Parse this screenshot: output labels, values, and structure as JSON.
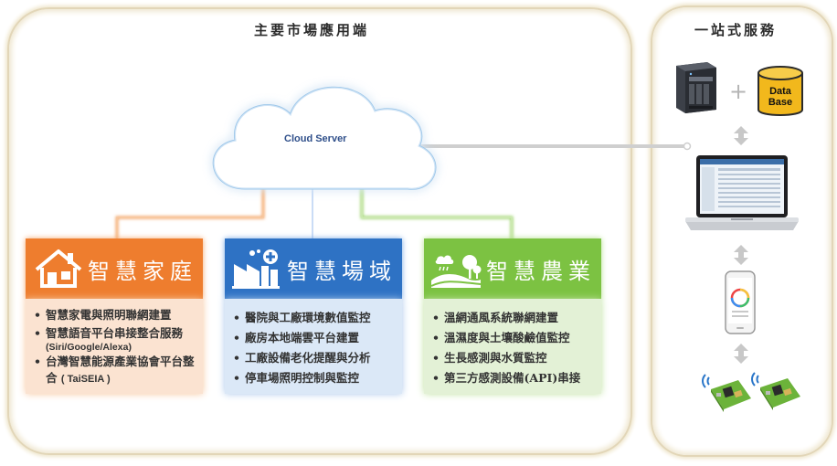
{
  "panels": {
    "main_title": "主要市場應用端",
    "side_title": "一站式服務"
  },
  "cloud": {
    "label": "Cloud Server"
  },
  "database": {
    "line1": "Data",
    "line2": "Base"
  },
  "plus_sign": "+",
  "cards": [
    {
      "title": "智慧家庭",
      "color": "#ee7d2e",
      "items": [
        {
          "text": "智慧家電與照明聯網建置"
        },
        {
          "text": "智慧語音平台串接整合服務",
          "sub": "(Siri/Google/Alexa)"
        },
        {
          "text": "台灣智慧能源產業協會平台整合",
          "sub_inline": "( TaiSEIA )"
        }
      ]
    },
    {
      "title": "智慧場域",
      "color": "#2e72c4",
      "items": [
        {
          "text": "醫院與工廠環境數值監控"
        },
        {
          "text": "廠房本地端雲平台建置"
        },
        {
          "text": "工廠設備老化提醒與分析"
        },
        {
          "text": "停車場照明控制與監控"
        }
      ]
    },
    {
      "title": "智慧農業",
      "color": "#7cc242",
      "items": [
        {
          "text": "溫網通風系統聯網建置"
        },
        {
          "text": "溫濕度與土壤酸鹼值監控"
        },
        {
          "text": "生長感測與水質監控"
        },
        {
          "text": "第三方感測設備(API)串接"
        }
      ]
    }
  ]
}
